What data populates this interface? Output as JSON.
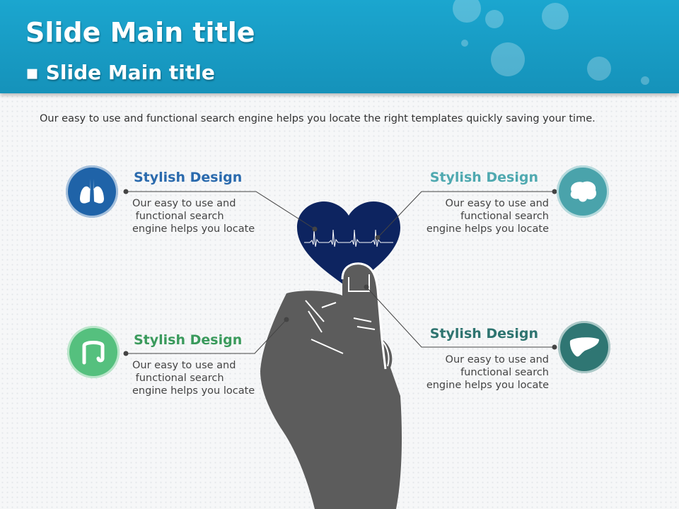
{
  "header": {
    "title": "Slide Main title",
    "subtitle": "▪ Slide Main title"
  },
  "intro": "Our easy to use and functional search engine helps you locate the right templates quickly  saving your time.",
  "items": [
    {
      "title": "Stylish  Design",
      "body": "Our easy to use and\n functional search\nengine helps you locate",
      "icon": "lungs-icon",
      "color": "#1f63a8",
      "title_color": "#2a6aad"
    },
    {
      "title": "Stylish  Design",
      "body": "Our easy to use and\nfunctional search\nengine helps you locate",
      "icon": "brain-icon",
      "color": "#4aa3ab",
      "title_color": "#4fa9b0"
    },
    {
      "title": "Stylish  Design",
      "body": "Our easy to use and\n functional search\nengine helps you locate",
      "icon": "intestine-icon",
      "color": "#55c07e",
      "title_color": "#3a9a5c"
    },
    {
      "title": "Stylish  Design",
      "body": "Our easy to use and\nfunctional search\nengine helps you locate",
      "icon": "liver-icon",
      "color": "#2f7673",
      "title_color": "#2e7470"
    }
  ]
}
